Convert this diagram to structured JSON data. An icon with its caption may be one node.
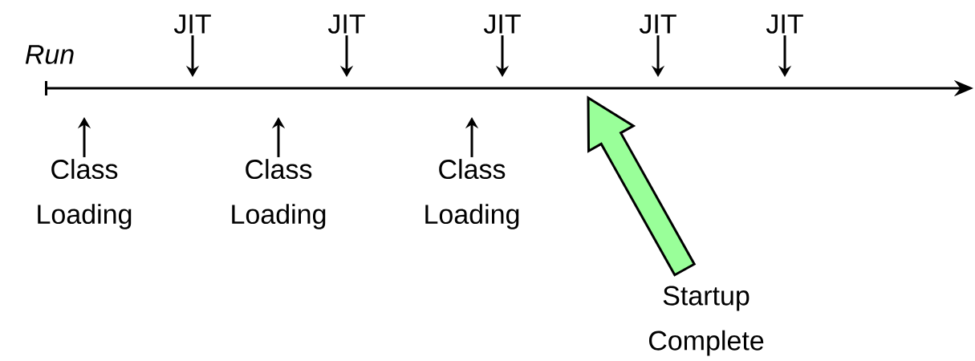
{
  "diagram": {
    "nodes": [
      {
        "text": [
          "JIT"
        ]
      },
      {
        "text": [
          "JIT"
        ]
      },
      {
        "text": [
          "JIT"
        ]
      },
      {
        "text": [
          "JIT"
        ]
      },
      {
        "text": [
          "JIT"
        ]
      },
      {
        "text": [
          "Class Loading"
        ]
      },
      {
        "text": [
          "Class Loading"
        ]
      },
      {
        "text": [
          "Class Loading"
        ]
      },
      {
        "text": [
          "Startup Complete"
        ]
      }
    ],
    "edges": [
      {
        "from": 0,
        "to": null,
        "arrow": "to"
      },
      {
        "from": 1,
        "to": null,
        "arrow": "to"
      },
      {
        "from": 2,
        "to": null,
        "arrow": "to"
      },
      {
        "from": 3,
        "to": null,
        "arrow": "to"
      },
      {
        "from": 4,
        "to": null,
        "arrow": "to"
      },
      {
        "from": 5,
        "to": null,
        "arrow": "to"
      },
      {
        "from": 6,
        "to": null,
        "arrow": "to"
      },
      {
        "from": 7,
        "to": null,
        "arrow": "to"
      },
      {
        "from": 8,
        "to": null,
        "arrow": "to",
        "style": "thick",
        "color": "#99ff99"
      }
    ],
    "labels": [
      "Run"
    ]
  }
}
